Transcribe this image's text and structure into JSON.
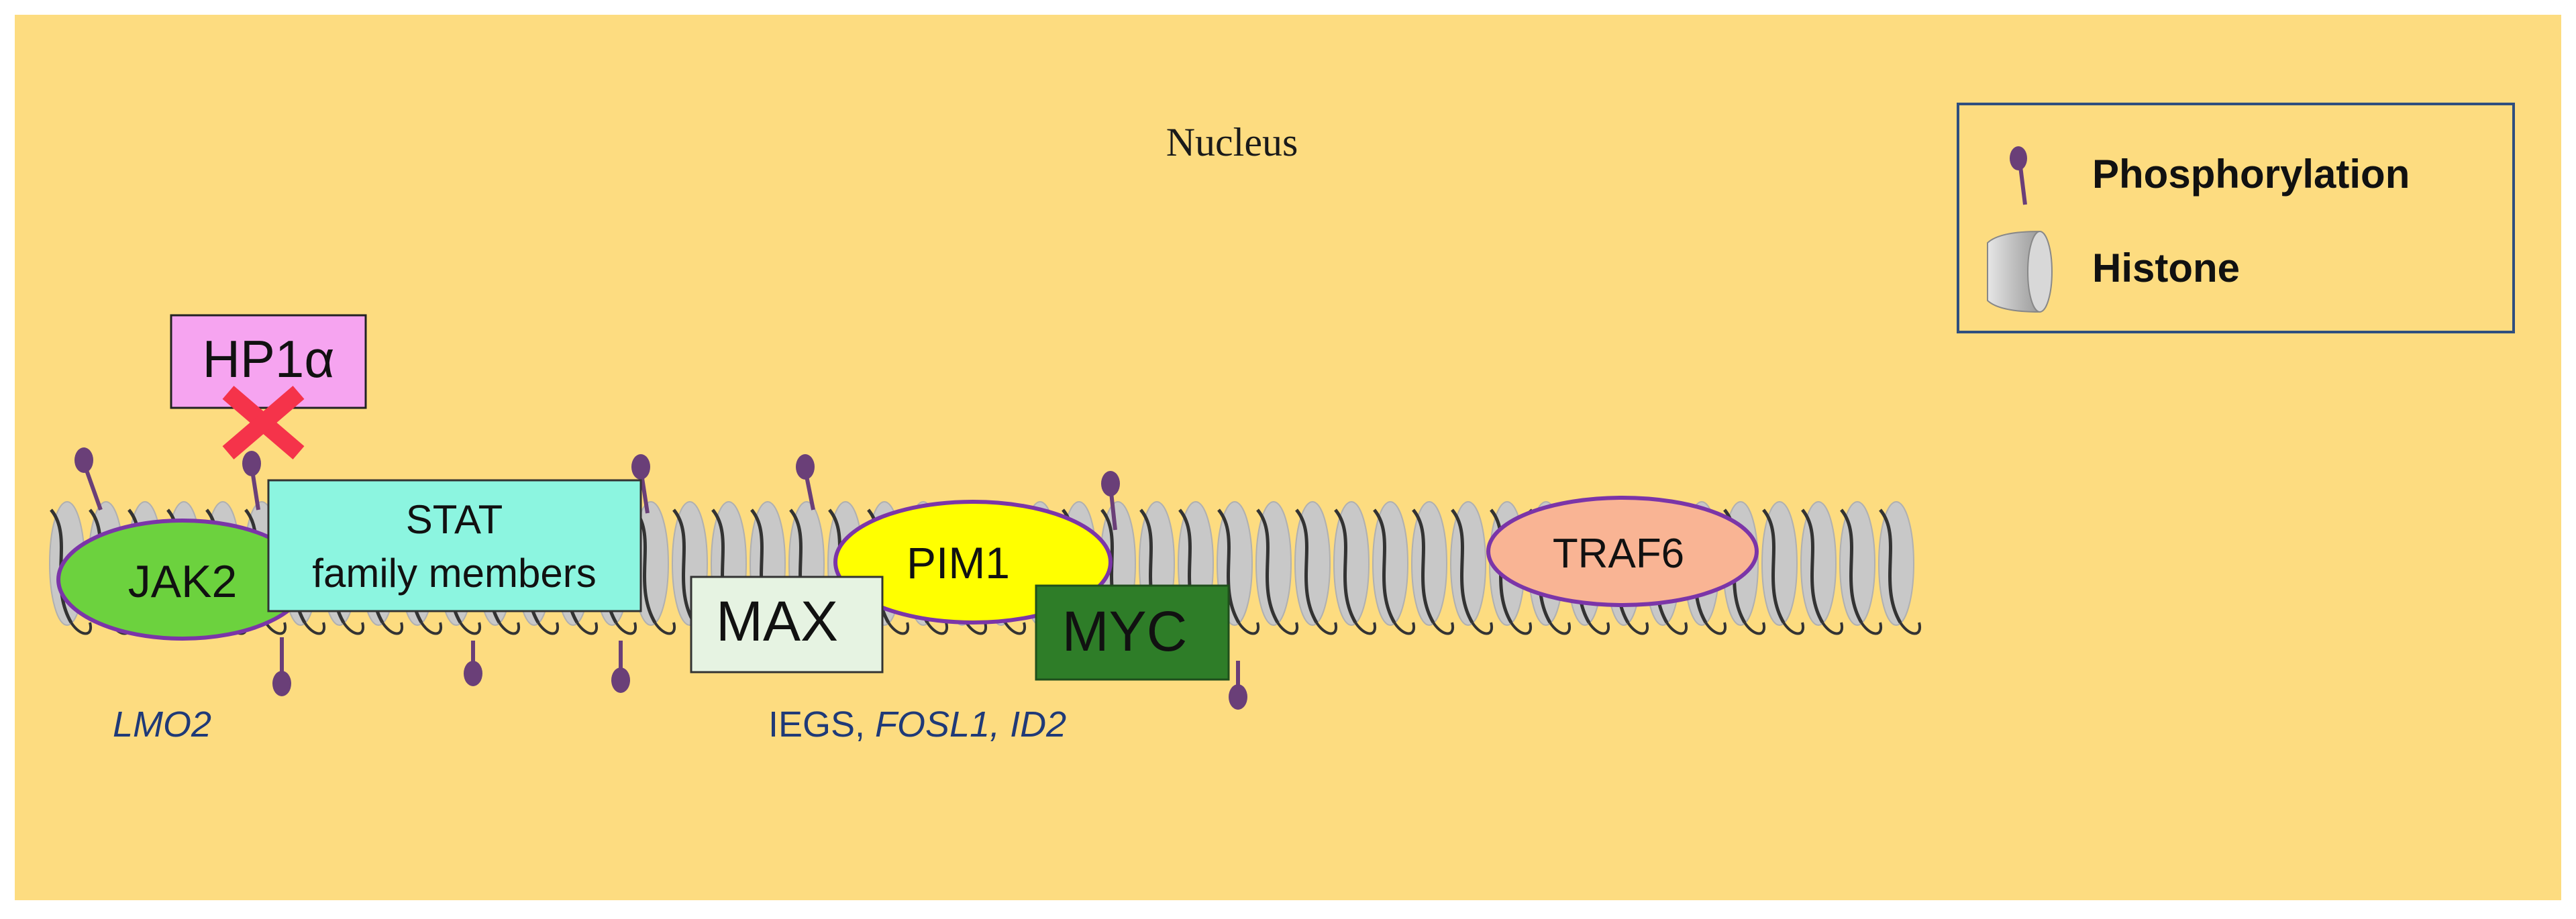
{
  "nucleus_label": "Nucleus",
  "legend": {
    "phosphorylation_label": "Phosphorylation",
    "histone_label": "Histone"
  },
  "proteins": {
    "hp1a": "HP1α",
    "jak2": "JAK2",
    "stat_line1": "STAT",
    "stat_line2": "family members",
    "pim1": "PIM1",
    "max": "MAX",
    "myc": "MYC",
    "traf6": "TRAF6"
  },
  "genes": {
    "lmo2": "LMO2",
    "iegs": "IEGS, ",
    "fosl1": "FOSL1, ",
    "id2": "ID2"
  },
  "colors": {
    "nucleus_bg": "#fddc80",
    "histone": "#c8c8c8",
    "phospho": "#6a3f78",
    "hp1a_fill": "#f6a4f0",
    "jak2_fill": "#6cd23e",
    "stat_fill": "#8cf5e0",
    "pim1_fill": "#ffff00",
    "max_fill": "#e6f3e2",
    "myc_fill": "#2e7d28",
    "traf6_fill": "#f9b494",
    "ellipse_stroke": "#7b35a8",
    "inhibit_cross": "#f5334a",
    "gene_text": "#1f3a78"
  },
  "icons": [
    "phosphorylation-lollipop-icon",
    "histone-cylinder-icon",
    "inhibition-cross-icon"
  ]
}
